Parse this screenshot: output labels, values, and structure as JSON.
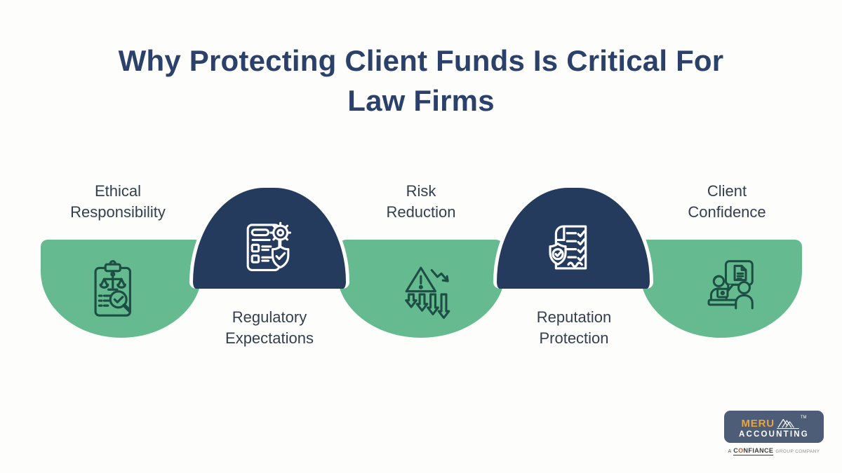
{
  "title": {
    "lines": [
      "Why Protecting Client Funds Is Critical For",
      "Law Firms"
    ]
  },
  "items": [
    {
      "label": "Ethical Responsibility",
      "lines": [
        "Ethical",
        "Responsibility"
      ],
      "tier": "top",
      "shape": "green-semicircle-down",
      "icon": "clipboard-scales-audit-icon"
    },
    {
      "label": "Regulatory Expectations",
      "lines": [
        "Regulatory",
        "Expectations"
      ],
      "tier": "bottom",
      "shape": "navy-dome-up",
      "icon": "document-gear-shield-icon"
    },
    {
      "label": "Risk Reduction",
      "lines": [
        "Risk",
        "Reduction"
      ],
      "tier": "top",
      "shape": "green-semicircle-down",
      "icon": "warning-declining-arrows-icon"
    },
    {
      "label": "Reputation Protection",
      "lines": [
        "Reputation",
        "Protection"
      ],
      "tier": "bottom",
      "shape": "navy-dome-up",
      "icon": "scroll-checklist-shield-icon"
    },
    {
      "label": "Client Confidence",
      "lines": [
        "Client",
        "Confidence"
      ],
      "tier": "top",
      "shape": "green-semicircle-down",
      "icon": "client-consultation-icon"
    }
  ],
  "colors": {
    "background": "#fdfdfc",
    "green": "#66ba90",
    "navy": "#243b5e",
    "title_text": "#2b4169",
    "label_text": "#333e4f",
    "icon_stroke_on_green": "#1d4e43",
    "icon_stroke_on_navy": "#ffffff",
    "logo_background": "#4d5c77",
    "logo_accent_orange": "#e9a43e",
    "confiance_accent": "#d14f2a"
  },
  "logo": {
    "brand_top": "MERU",
    "brand_bottom": "ACCOUNTING",
    "trademark": "TM",
    "tagline_prefix": "A",
    "tagline_brand_c": "C",
    "tagline_brand_o": "O",
    "tagline_brand_rest": "NFIANCE",
    "tagline_suffix": "GROUP COMPANY"
  }
}
